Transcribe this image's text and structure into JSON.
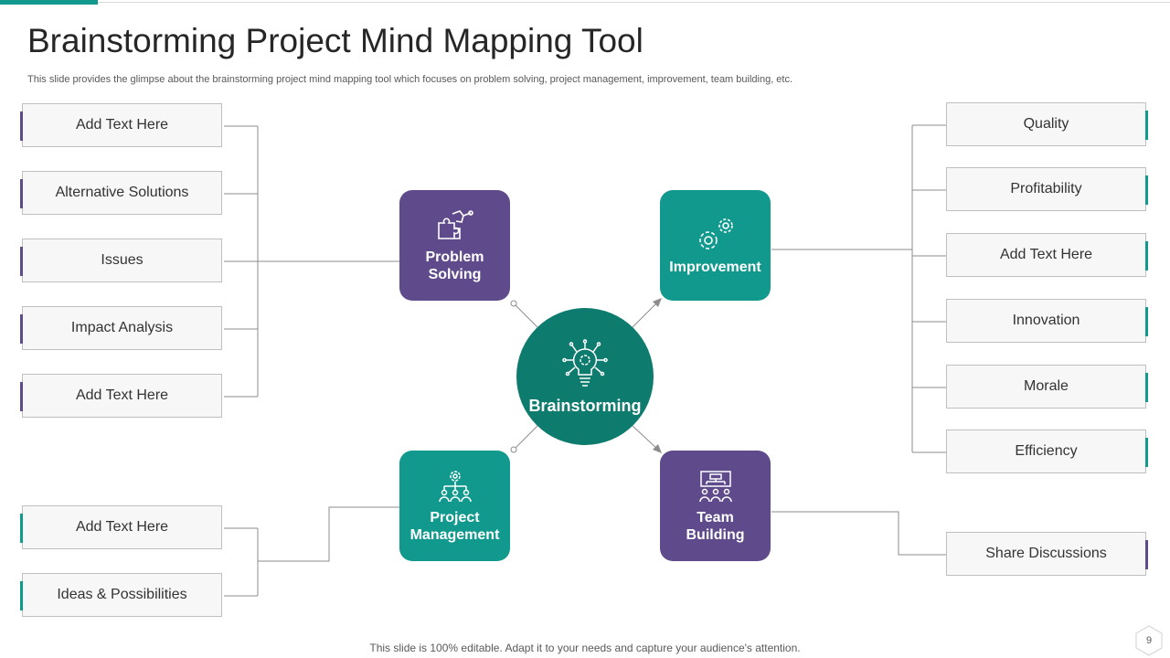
{
  "title": "Brainstorming Project Mind Mapping Tool",
  "subtitle": "This slide provides the glimpse about the brainstorming project mind mapping tool which focuses on problem solving, project management, improvement, team building, etc.",
  "colors": {
    "teal": "#11998e",
    "teal_dark": "#0e7b6f",
    "purple": "#5f4b8b",
    "line": "#8c8c8c"
  },
  "center": {
    "label": "Brainstorming",
    "icon": "lightbulb-circuit-icon"
  },
  "nodes": {
    "problem_solving": {
      "line1": "Problem",
      "line2": "Solving",
      "icon": "puzzle-icon"
    },
    "improvement": {
      "label": "Improvement",
      "icon": "gears-icon"
    },
    "project_management": {
      "line1": "Project",
      "line2": "Management",
      "icon": "hierarchy-gear-icon"
    },
    "team_building": {
      "line1": "Team",
      "line2": "Building",
      "icon": "team-board-icon"
    }
  },
  "left_top_items": [
    "Add Text Here",
    "Alternative Solutions",
    "Issues",
    "Impact Analysis",
    "Add Text Here"
  ],
  "left_bottom_items": [
    "Add Text Here",
    "Ideas & Possibilities"
  ],
  "right_top_items": [
    "Quality",
    "Profitability",
    "Add Text Here",
    "Innovation",
    "Morale",
    "Efficiency"
  ],
  "right_bottom_items": [
    "Share Discussions"
  ],
  "footer": "This slide is 100% editable. Adapt it to your needs and capture your audience's attention.",
  "page_number": "9"
}
